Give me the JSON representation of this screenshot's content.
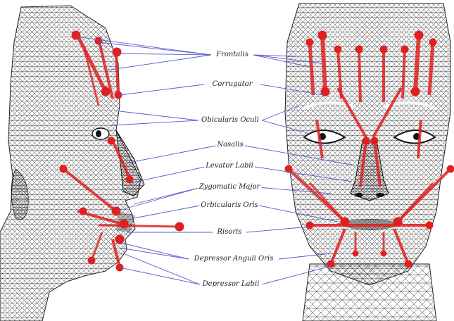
{
  "labels": {
    "frontalis": "Frontalis",
    "corrugator": "Corrugator",
    "orbicularis_oculi": "Obicularis Oculi",
    "nasalis": "Nasalis",
    "levator_labii": "Levator Labii",
    "zygomatic_major": "Zygomatic Major",
    "orbicularis_oris": "Orbicularis Oris",
    "risoris": "Risoris",
    "depressor_anguli_oris": "Depressor Anguli Oris",
    "depressor_labii": "Depressor Labii"
  },
  "colors": {
    "mesh": "#222222",
    "muscle": "#e02020",
    "leader": "#5a5ad0",
    "background": "#ffffff"
  }
}
